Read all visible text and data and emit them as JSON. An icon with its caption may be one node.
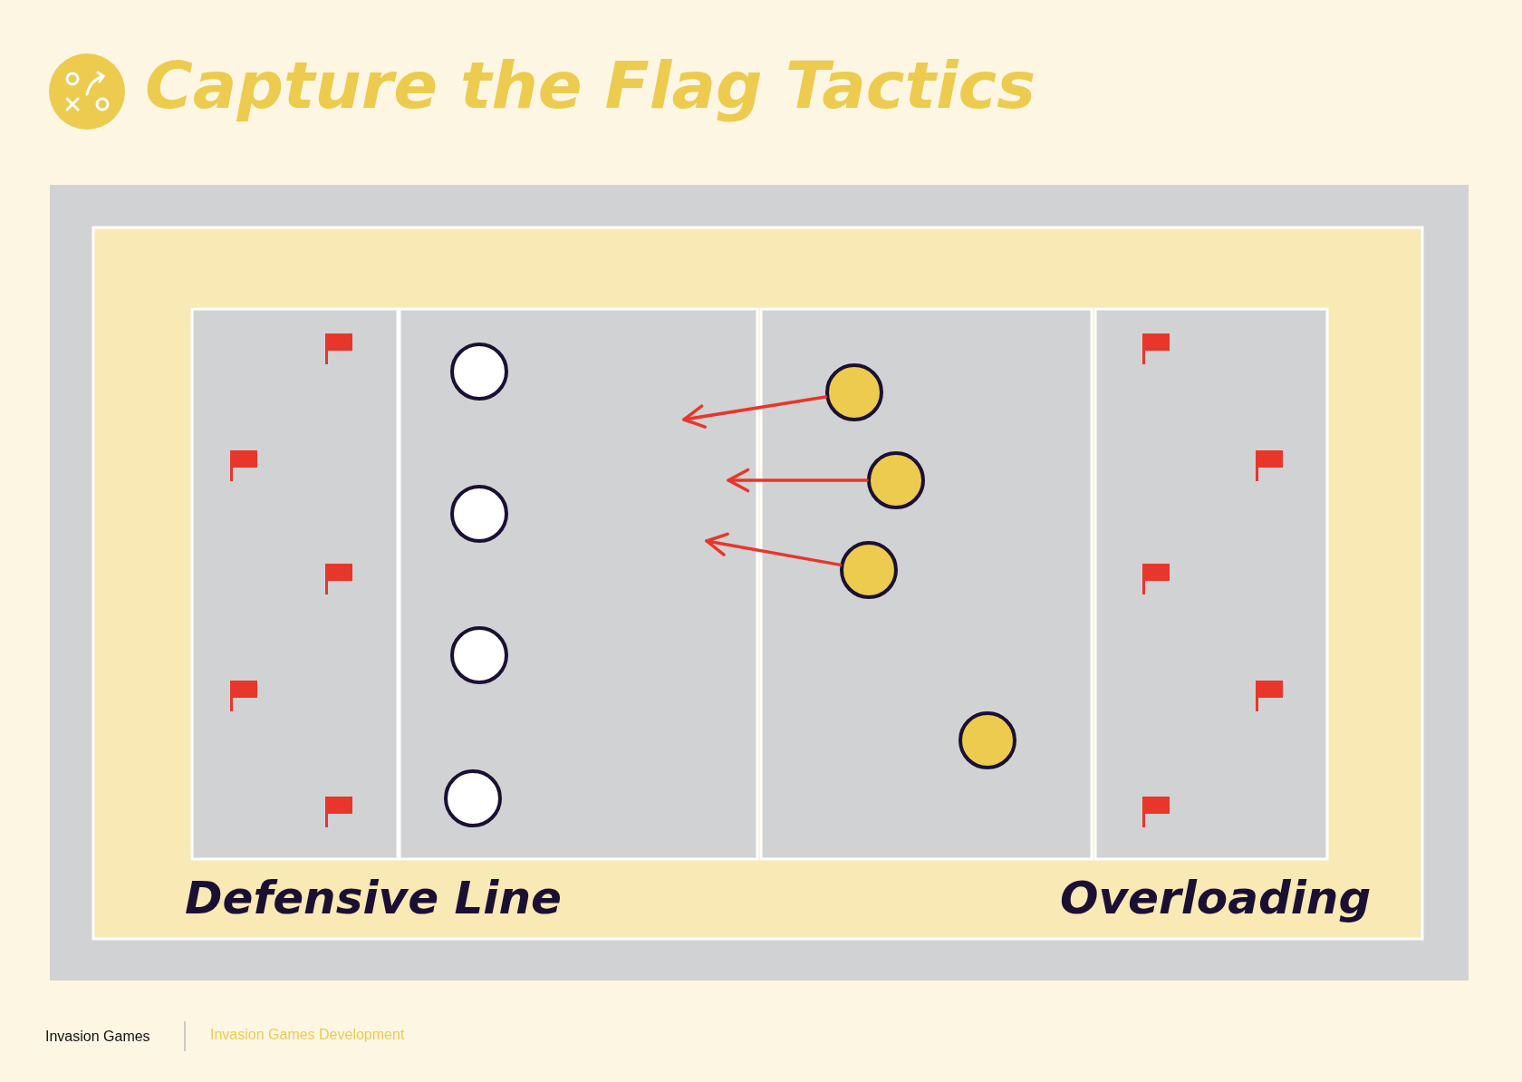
{
  "diagram": {
    "title": "Capture the Flag Tactics",
    "nodes": [
      {
        "text": [],
        "shape": "circle"
      },
      {
        "text": [],
        "shape": "circle"
      },
      {
        "text": [],
        "shape": "circle"
      },
      {
        "text": [],
        "shape": "circle"
      },
      {
        "text": [],
        "shape": "circle"
      },
      {
        "text": [],
        "shape": "circle"
      },
      {
        "text": [],
        "shape": "circle"
      },
      {
        "text": [],
        "shape": "circle"
      }
    ],
    "edges": [
      {
        "from": 4,
        "to": null,
        "arrow": "to"
      },
      {
        "from": 5,
        "to": null,
        "arrow": "to"
      },
      {
        "from": 6,
        "to": null,
        "arrow": "to"
      }
    ],
    "labels": [
      "Defensive Line",
      "Overloading",
      "Invasion Games",
      "Invasion Games Development"
    ]
  }
}
